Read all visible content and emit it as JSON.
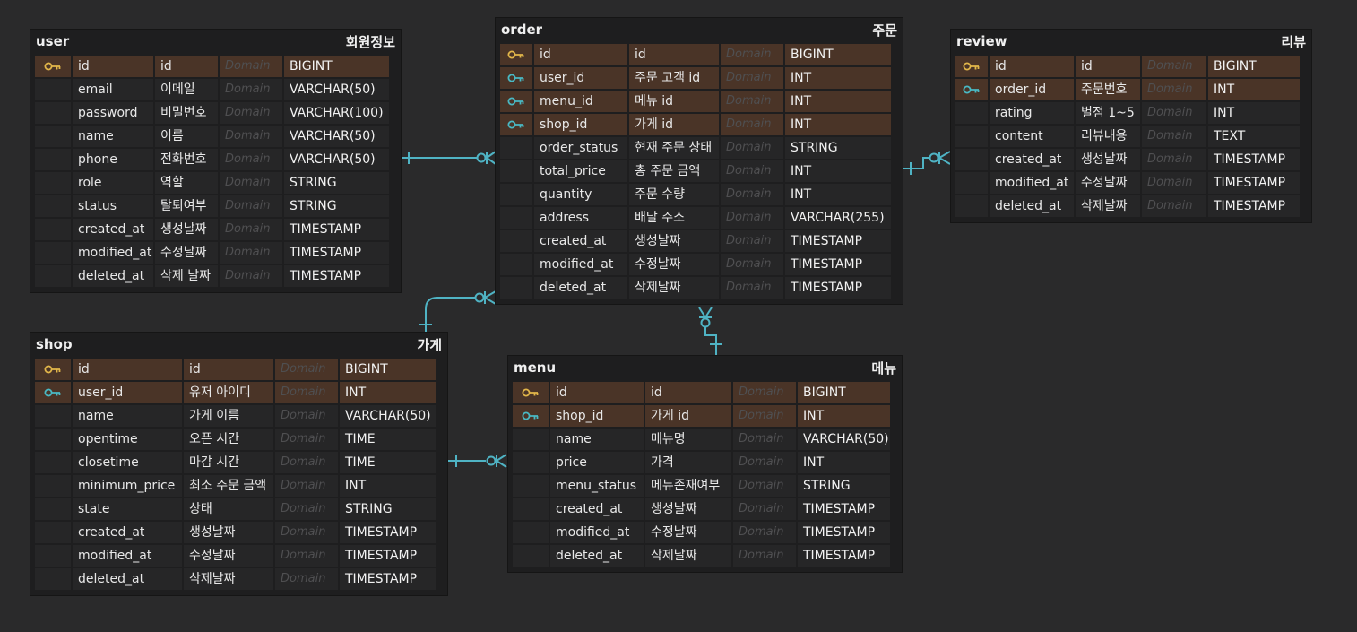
{
  "colors": {
    "background": "#2a2a2b",
    "entity_background": "#1e1e1f",
    "key_row": "#4a3427",
    "primary_key_icon": "#e2b64a",
    "foreign_key_icon": "#49b9c4",
    "relationship_line": "#4fb3c4"
  },
  "entities": [
    {
      "id": "user",
      "name": "user",
      "label": "회원정보",
      "rows": [
        {
          "key": "pk",
          "icon": "primary-key-icon",
          "name": "id",
          "logical": "id",
          "domain": "Domain",
          "type": "BIGINT"
        },
        {
          "key": "",
          "name": "email",
          "logical": "이메일",
          "domain": "Domain",
          "type": "VARCHAR(50)"
        },
        {
          "key": "",
          "name": "password",
          "logical": "비밀번호",
          "domain": "Domain",
          "type": "VARCHAR(100)"
        },
        {
          "key": "",
          "name": "name",
          "logical": "이름",
          "domain": "Domain",
          "type": "VARCHAR(50)"
        },
        {
          "key": "",
          "name": "phone",
          "logical": "전화번호",
          "domain": "Domain",
          "type": "VARCHAR(50)"
        },
        {
          "key": "",
          "name": "role",
          "logical": "역할",
          "domain": "Domain",
          "type": "STRING"
        },
        {
          "key": "",
          "name": "status",
          "logical": "탈퇴여부",
          "domain": "Domain",
          "type": "STRING"
        },
        {
          "key": "",
          "name": "created_at",
          "logical": "생성날짜",
          "domain": "Domain",
          "type": "TIMESTAMP"
        },
        {
          "key": "",
          "name": "modified_at",
          "logical": "수정날짜",
          "domain": "Domain",
          "type": "TIMESTAMP"
        },
        {
          "key": "",
          "name": "deleted_at",
          "logical": "삭제 날짜",
          "domain": "Domain",
          "type": "TIMESTAMP"
        }
      ]
    },
    {
      "id": "order",
      "name": "order",
      "label": "주문",
      "rows": [
        {
          "key": "pk",
          "icon": "primary-key-icon",
          "name": "id",
          "logical": "id",
          "domain": "Domain",
          "type": "BIGINT"
        },
        {
          "key": "fk",
          "icon": "foreign-key-icon",
          "name": "user_id",
          "logical": "주문 고객 id",
          "domain": "Domain",
          "type": "INT"
        },
        {
          "key": "fk",
          "icon": "foreign-key-icon",
          "name": "menu_id",
          "logical": "메뉴 id",
          "domain": "Domain",
          "type": "INT"
        },
        {
          "key": "fk",
          "icon": "foreign-key-icon",
          "name": "shop_id",
          "logical": "가게 id",
          "domain": "Domain",
          "type": "INT"
        },
        {
          "key": "",
          "name": "order_status",
          "logical": "현재 주문 상태",
          "domain": "Domain",
          "type": "STRING"
        },
        {
          "key": "",
          "name": "total_price",
          "logical": "총 주문 금액",
          "domain": "Domain",
          "type": "INT"
        },
        {
          "key": "",
          "name": "quantity",
          "logical": "주문 수량",
          "domain": "Domain",
          "type": "INT"
        },
        {
          "key": "",
          "name": "address",
          "logical": "배달 주소",
          "domain": "Domain",
          "type": "VARCHAR(255)"
        },
        {
          "key": "",
          "name": "created_at",
          "logical": "생성날짜",
          "domain": "Domain",
          "type": "TIMESTAMP"
        },
        {
          "key": "",
          "name": "modified_at",
          "logical": "수정날짜",
          "domain": "Domain",
          "type": "TIMESTAMP"
        },
        {
          "key": "",
          "name": "deleted_at",
          "logical": "삭제날짜",
          "domain": "Domain",
          "type": "TIMESTAMP"
        }
      ]
    },
    {
      "id": "review",
      "name": "review",
      "label": "리뷰",
      "rows": [
        {
          "key": "pk",
          "icon": "primary-key-icon",
          "name": "id",
          "logical": "id",
          "domain": "Domain",
          "type": "BIGINT"
        },
        {
          "key": "fk",
          "icon": "foreign-key-icon",
          "name": "order_id",
          "logical": "주문번호",
          "domain": "Domain",
          "type": "INT"
        },
        {
          "key": "",
          "name": "rating",
          "logical": "별점 1~5",
          "domain": "Domain",
          "type": "INT"
        },
        {
          "key": "",
          "name": "content",
          "logical": "리뷰내용",
          "domain": "Domain",
          "type": "TEXT"
        },
        {
          "key": "",
          "name": "created_at",
          "logical": "생성날짜",
          "domain": "Domain",
          "type": "TIMESTAMP"
        },
        {
          "key": "",
          "name": "modified_at",
          "logical": "수정날짜",
          "domain": "Domain",
          "type": "TIMESTAMP"
        },
        {
          "key": "",
          "name": "deleted_at",
          "logical": "삭제날짜",
          "domain": "Domain",
          "type": "TIMESTAMP"
        }
      ]
    },
    {
      "id": "shop",
      "name": "shop",
      "label": "가게",
      "rows": [
        {
          "key": "pk",
          "icon": "primary-key-icon",
          "name": "id",
          "logical": "id",
          "domain": "Domain",
          "type": "BIGINT"
        },
        {
          "key": "fk",
          "icon": "foreign-key-icon",
          "name": "user_id",
          "logical": "유저 아이디",
          "domain": "Domain",
          "type": "INT"
        },
        {
          "key": "",
          "name": "name",
          "logical": "가게 이름",
          "domain": "Domain",
          "type": "VARCHAR(50)"
        },
        {
          "key": "",
          "name": "opentime",
          "logical": "오픈 시간",
          "domain": "Domain",
          "type": "TIME"
        },
        {
          "key": "",
          "name": "closetime",
          "logical": "마감 시간",
          "domain": "Domain",
          "type": "TIME"
        },
        {
          "key": "",
          "name": "minimum_price",
          "logical": "최소 주문 금액",
          "domain": "Domain",
          "type": "INT"
        },
        {
          "key": "",
          "name": "state",
          "logical": "상태",
          "domain": "Domain",
          "type": "STRING"
        },
        {
          "key": "",
          "name": "created_at",
          "logical": "생성날짜",
          "domain": "Domain",
          "type": "TIMESTAMP"
        },
        {
          "key": "",
          "name": "modified_at",
          "logical": "수정날짜",
          "domain": "Domain",
          "type": "TIMESTAMP"
        },
        {
          "key": "",
          "name": "deleted_at",
          "logical": "삭제날짜",
          "domain": "Domain",
          "type": "TIMESTAMP"
        }
      ]
    },
    {
      "id": "menu",
      "name": "menu",
      "label": "메뉴",
      "rows": [
        {
          "key": "pk",
          "icon": "primary-key-icon",
          "name": "id",
          "logical": "id",
          "domain": "Domain",
          "type": "BIGINT"
        },
        {
          "key": "fk",
          "icon": "foreign-key-icon",
          "name": "shop_id",
          "logical": "가게 id",
          "domain": "Domain",
          "type": "INT"
        },
        {
          "key": "",
          "name": "name",
          "logical": "메뉴명",
          "domain": "Domain",
          "type": "VARCHAR(50)"
        },
        {
          "key": "",
          "name": "price",
          "logical": "가격",
          "domain": "Domain",
          "type": "INT"
        },
        {
          "key": "",
          "name": "menu_status",
          "logical": "메뉴존재여부",
          "domain": "Domain",
          "type": "STRING"
        },
        {
          "key": "",
          "name": "created_at",
          "logical": "생성날짜",
          "domain": "Domain",
          "type": "TIMESTAMP"
        },
        {
          "key": "",
          "name": "modified_at",
          "logical": "수정날짜",
          "domain": "Domain",
          "type": "TIMESTAMP"
        },
        {
          "key": "",
          "name": "deleted_at",
          "logical": "삭제날짜",
          "domain": "Domain",
          "type": "TIMESTAMP"
        }
      ]
    }
  ],
  "relationships": [
    {
      "from": "user",
      "to": "order",
      "cardinality": "one-to-zero-or-many"
    },
    {
      "from": "order",
      "to": "review",
      "cardinality": "one-to-zero-or-many"
    },
    {
      "from": "shop",
      "to": "order",
      "cardinality": "one-to-zero-or-many"
    },
    {
      "from": "menu",
      "to": "order",
      "cardinality": "one-to-zero-or-many"
    },
    {
      "from": "shop",
      "to": "menu",
      "cardinality": "one-to-zero-or-many"
    }
  ]
}
